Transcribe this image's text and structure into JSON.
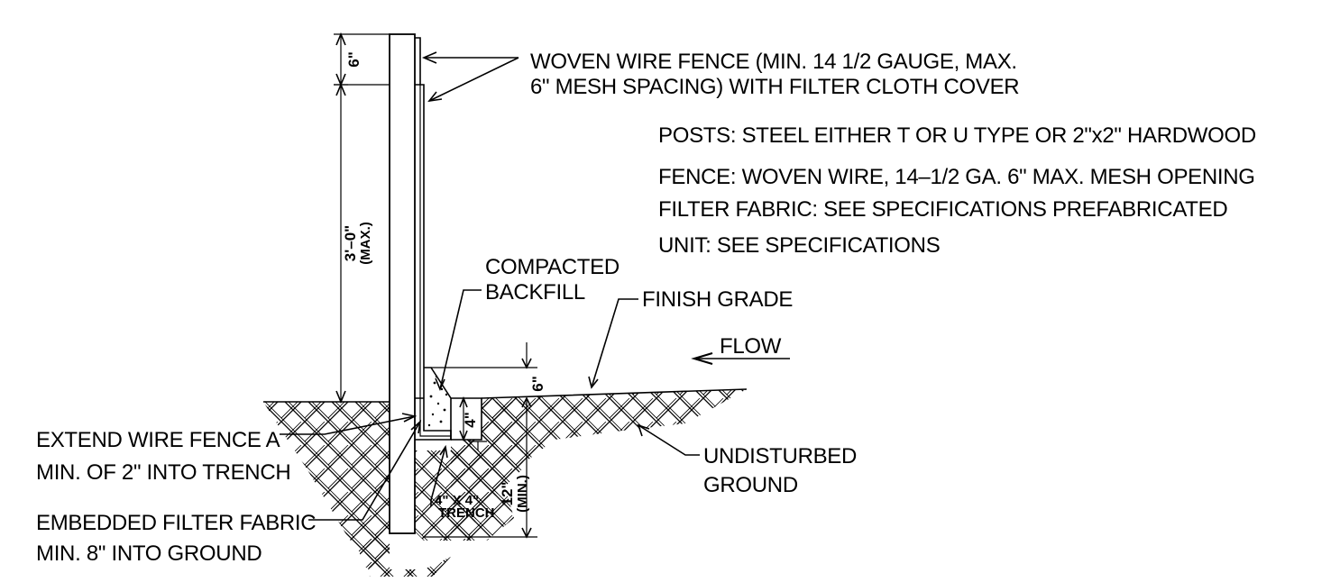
{
  "labels": {
    "woven_wire_1": "WOVEN WIRE FENCE (MIN. 14 1/2 GAUGE, MAX.",
    "woven_wire_2": "6\" MESH SPACING) WITH FILTER CLOTH COVER",
    "compacted_1": "COMPACTED",
    "compacted_2": "BACKFILL",
    "finish_grade": "FINISH GRADE",
    "flow": "FLOW",
    "extend_1": "EXTEND WIRE FENCE A",
    "extend_2": "MIN. OF 2\" INTO TRENCH",
    "undisturbed_1": "UNDISTURBED",
    "undisturbed_2": "GROUND",
    "embedded_1": "EMBEDDED FILTER FABRIC",
    "embedded_2": "MIN. 8\" INTO GROUND",
    "trench_1": "4\" X 4\"",
    "trench_2": "TRENCH"
  },
  "specs": {
    "posts": "POSTS:  STEEL EITHER T OR U TYPE OR 2\"x2\" HARDWOOD",
    "fence": "FENCE:  WOVEN WIRE, 14–1/2 GA. 6\" MAX. MESH OPENING",
    "filter": "FILTER FABRIC:  SEE SPECIFICATIONS PREFABRICATED",
    "unit": "UNIT:  SEE SPECIFICATIONS"
  },
  "dimensions": {
    "top_6": "6\"",
    "height_1": "3'–0\"",
    "height_2": "(MAX.)",
    "backfill_6": "6\"",
    "trench_4": "4\"",
    "depth_1": "12\"",
    "depth_2": "(MIN.)"
  }
}
